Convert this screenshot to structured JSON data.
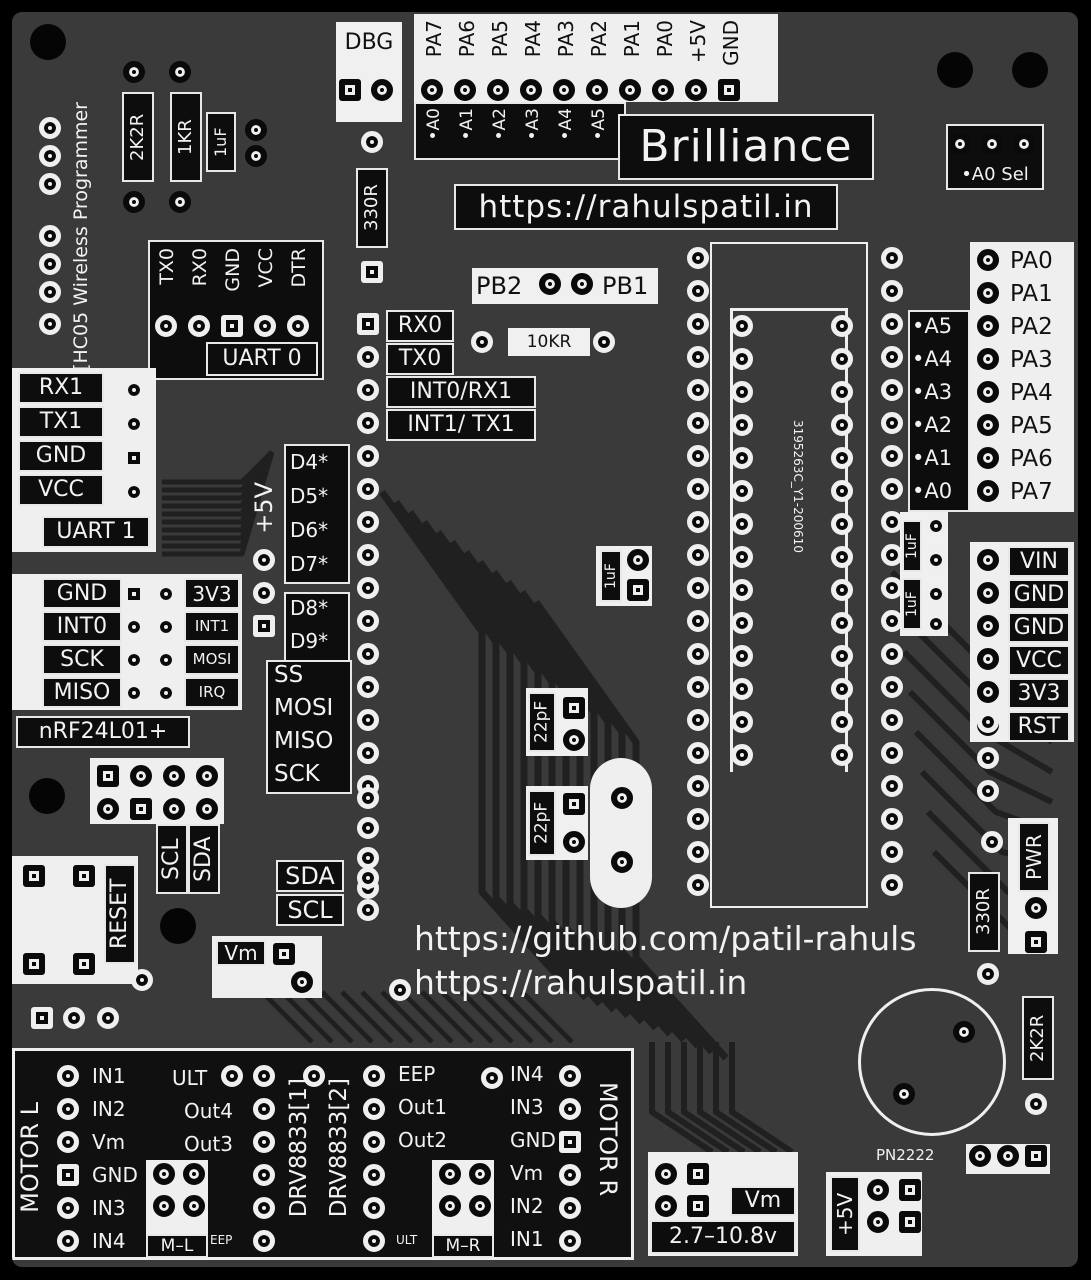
{
  "brand": {
    "title": "Brilliance",
    "url": "https://rahulspatil.in"
  },
  "footer_links": {
    "github": "https://github.com/patil-rahuls",
    "site": "https://rahulspatil.in"
  },
  "dbg": {
    "label": "DBG"
  },
  "top_header": {
    "pins": [
      "PA7",
      "PA6",
      "PA5",
      "PA4",
      "PA3",
      "PA2",
      "PA1",
      "PA0",
      "+5V",
      "GND"
    ],
    "analog": [
      "•A0",
      "•A1",
      "•A2",
      "•A3",
      "•A4",
      "•A5"
    ]
  },
  "hc05": {
    "label": "[HC05 Wireless Programmer"
  },
  "resistors": {
    "r2k2_top": "2K2R",
    "r1k": "1KR",
    "cap_top": "1uF",
    "r330_top": "330R",
    "r10k": "10KR",
    "r330_bottom": "330R",
    "r2k2_bottom": "2K2R"
  },
  "a0_sel": "•A0 Sel",
  "pb_label": {
    "left": "PB2",
    "right": "PB1"
  },
  "uart0": {
    "pins": [
      "TX0",
      "RX0",
      "GND",
      "VCC",
      "DTR"
    ],
    "label": "UART 0"
  },
  "uart1": {
    "pins": [
      "RX1",
      "TX1",
      "GND",
      "VCC"
    ],
    "label": "UART 1"
  },
  "digital": {
    "pins": [
      "RX0",
      "TX0",
      "INT0/RX1",
      "INT1/ TX1"
    ]
  },
  "pwm": {
    "vcc": "+5V",
    "group1": [
      "D4*",
      "D5*",
      "D6*",
      "D7*"
    ],
    "group2": [
      "D8*",
      "D9*"
    ]
  },
  "spi": [
    "SS",
    "MOSI",
    "MISO",
    "SCK"
  ],
  "nrf": {
    "left": [
      "GND",
      "INT0",
      "SCK",
      "MISO"
    ],
    "right": [
      "3V3",
      "INT1",
      "MOSI",
      "IRQ"
    ],
    "label": "nRF24L01+"
  },
  "i2c_right": {
    "scl": "SCL",
    "sda": "SDA"
  },
  "i2c_bottom": [
    "SDA",
    "SCL"
  ],
  "reset": "RESET",
  "vm_small": "Vm",
  "chip": {
    "marking": "3195263C_Y1-200610"
  },
  "caps": {
    "c_left": "1uF",
    "c_right1": "1uF",
    "c_right2": "1uF",
    "crystal1": "22pF",
    "crystal2": "22pF"
  },
  "right_header_a": {
    "analog": [
      "•A5",
      "•A4",
      "•A3",
      "•A2",
      "•A1",
      "•A0"
    ],
    "pins": [
      "PA0",
      "PA1",
      "PA2",
      "PA3",
      "PA4",
      "PA5",
      "PA6",
      "PA7"
    ]
  },
  "power_header": [
    "VIN",
    "GND",
    "GND",
    "VCC",
    "3V3",
    "RST"
  ],
  "pwr_led": "PWR",
  "transistor": "PN2222",
  "motor_l": {
    "label": "MOTOR L",
    "pins": [
      "IN1",
      "IN2",
      "Vm",
      "GND",
      "IN3",
      "IN4"
    ],
    "conn": "M–L"
  },
  "drv_left": {
    "pins": [
      "ULT",
      "Out4",
      "Out3"
    ],
    "eep": "EEP",
    "name": "DRV8833[1]"
  },
  "drv_right": {
    "pins": [
      "EEP",
      "Out1",
      "Out2"
    ],
    "ult": "ULT",
    "name": "DRV8833[2]"
  },
  "motor_r": {
    "label": "MOTOR R",
    "pins": [
      "IN4",
      "IN3",
      "GND",
      "Vm",
      "IN2",
      "IN1"
    ],
    "conn": "M–R"
  },
  "vm_supply": {
    "label": "Vm",
    "range": "2.7–10.8v"
  },
  "plus5v": "+5V",
  "colors": {
    "board": "#3a3a3a",
    "silk": "#f0f0f0",
    "pad": "#0a0a0a"
  }
}
